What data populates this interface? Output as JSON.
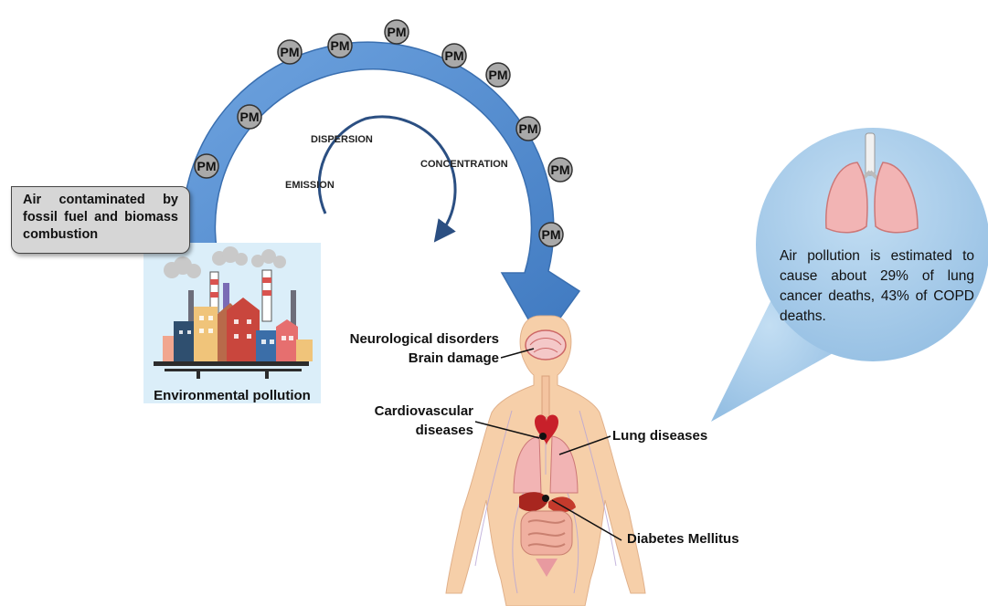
{
  "pm_label": "PM",
  "cycle": {
    "emission": "EMISSION",
    "dispersion": "DISPERSION",
    "concentration": "CONCENTRATION"
  },
  "source_box": "Air contaminated by fossil fuel and biomass combustion",
  "factory_caption": "Environmental pollution",
  "labels": {
    "neuro_line1": "Neurological disorders",
    "neuro_line2": "Brain damage",
    "cardio_line1": "Cardiovascular",
    "cardio_line2": "diseases",
    "lung": "Lung diseases",
    "diabetes": "Diabetes Mellitus"
  },
  "lung_bubble": "Air pollution is estimated to cause about 29% of lung cancer deaths, 43% of COPD deaths.",
  "colors": {
    "arc_fill": "#5b93d3",
    "arc_stroke": "#3a6fb0",
    "bubble_fill": "#a7cbe8",
    "pm_fill": "#a9a9a9",
    "skin": "#f6cfa9",
    "factory_bg": "#dbeef9"
  }
}
